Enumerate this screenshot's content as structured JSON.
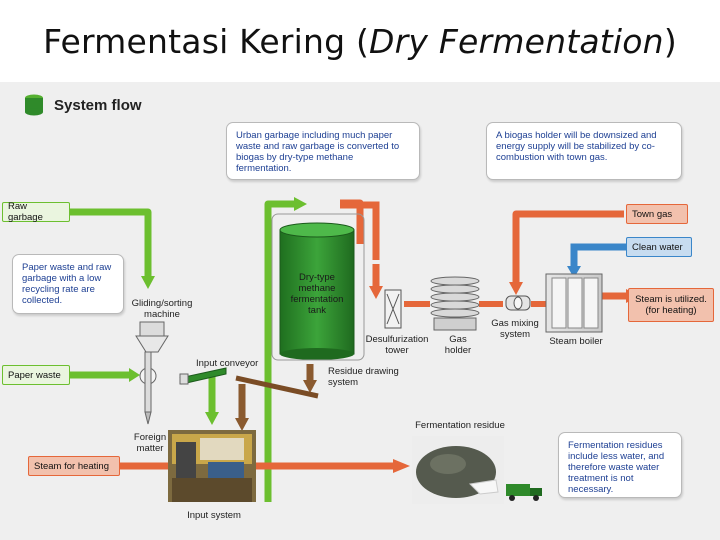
{
  "slide": {
    "title_main": "Fermentasi Kering (",
    "title_italic": "Dry Fermentation",
    "title_close": ")"
  },
  "figure": {
    "header": "System flow",
    "inputs": {
      "raw_garbage": "Raw garbage",
      "paper_waste": "Paper waste",
      "steam_for_heating": "Steam for heating",
      "town_gas": "Town gas",
      "clean_water": "Clean water"
    },
    "outputs": {
      "steam_utilized": "Steam is utilized.\n(for heating)"
    },
    "notes": {
      "paper_note": "Paper waste and raw garbage with a low recycling rate are collected.",
      "urban_note": "Urban garbage including much paper waste and raw garbage is converted to biogas by dry-type methane fermentation.",
      "biogas_note": "A biogas holder will be downsized and energy supply will be stabilized by co-combustion with town gas.",
      "residue_note": "Fermentation residues include less water, and therefore waste water treatment is not necessary."
    },
    "components": {
      "gliding_sorting": "Gliding/sorting\nmachine",
      "input_conveyor": "Input conveyor",
      "foreign_matter": "Foreign\nmatter",
      "input_system": "Input system",
      "tank": "Dry-type\nmethane\nfermentation\ntank",
      "residue_drawing": "Residue drawing\nsystem",
      "desulfurization": "Desulfurization\ntower",
      "gas_holder": "Gas\nholder",
      "gas_mixing": "Gas mixing\nsystem",
      "steam_boiler": "Steam boiler",
      "fermentation_residue": "Fermentation residue"
    },
    "colors": {
      "green": "#6cbf2f",
      "orange": "#e5673a",
      "blue": "#3a86c9",
      "brown": "#8a5a2f",
      "tank": "#2f8a2a"
    }
  }
}
